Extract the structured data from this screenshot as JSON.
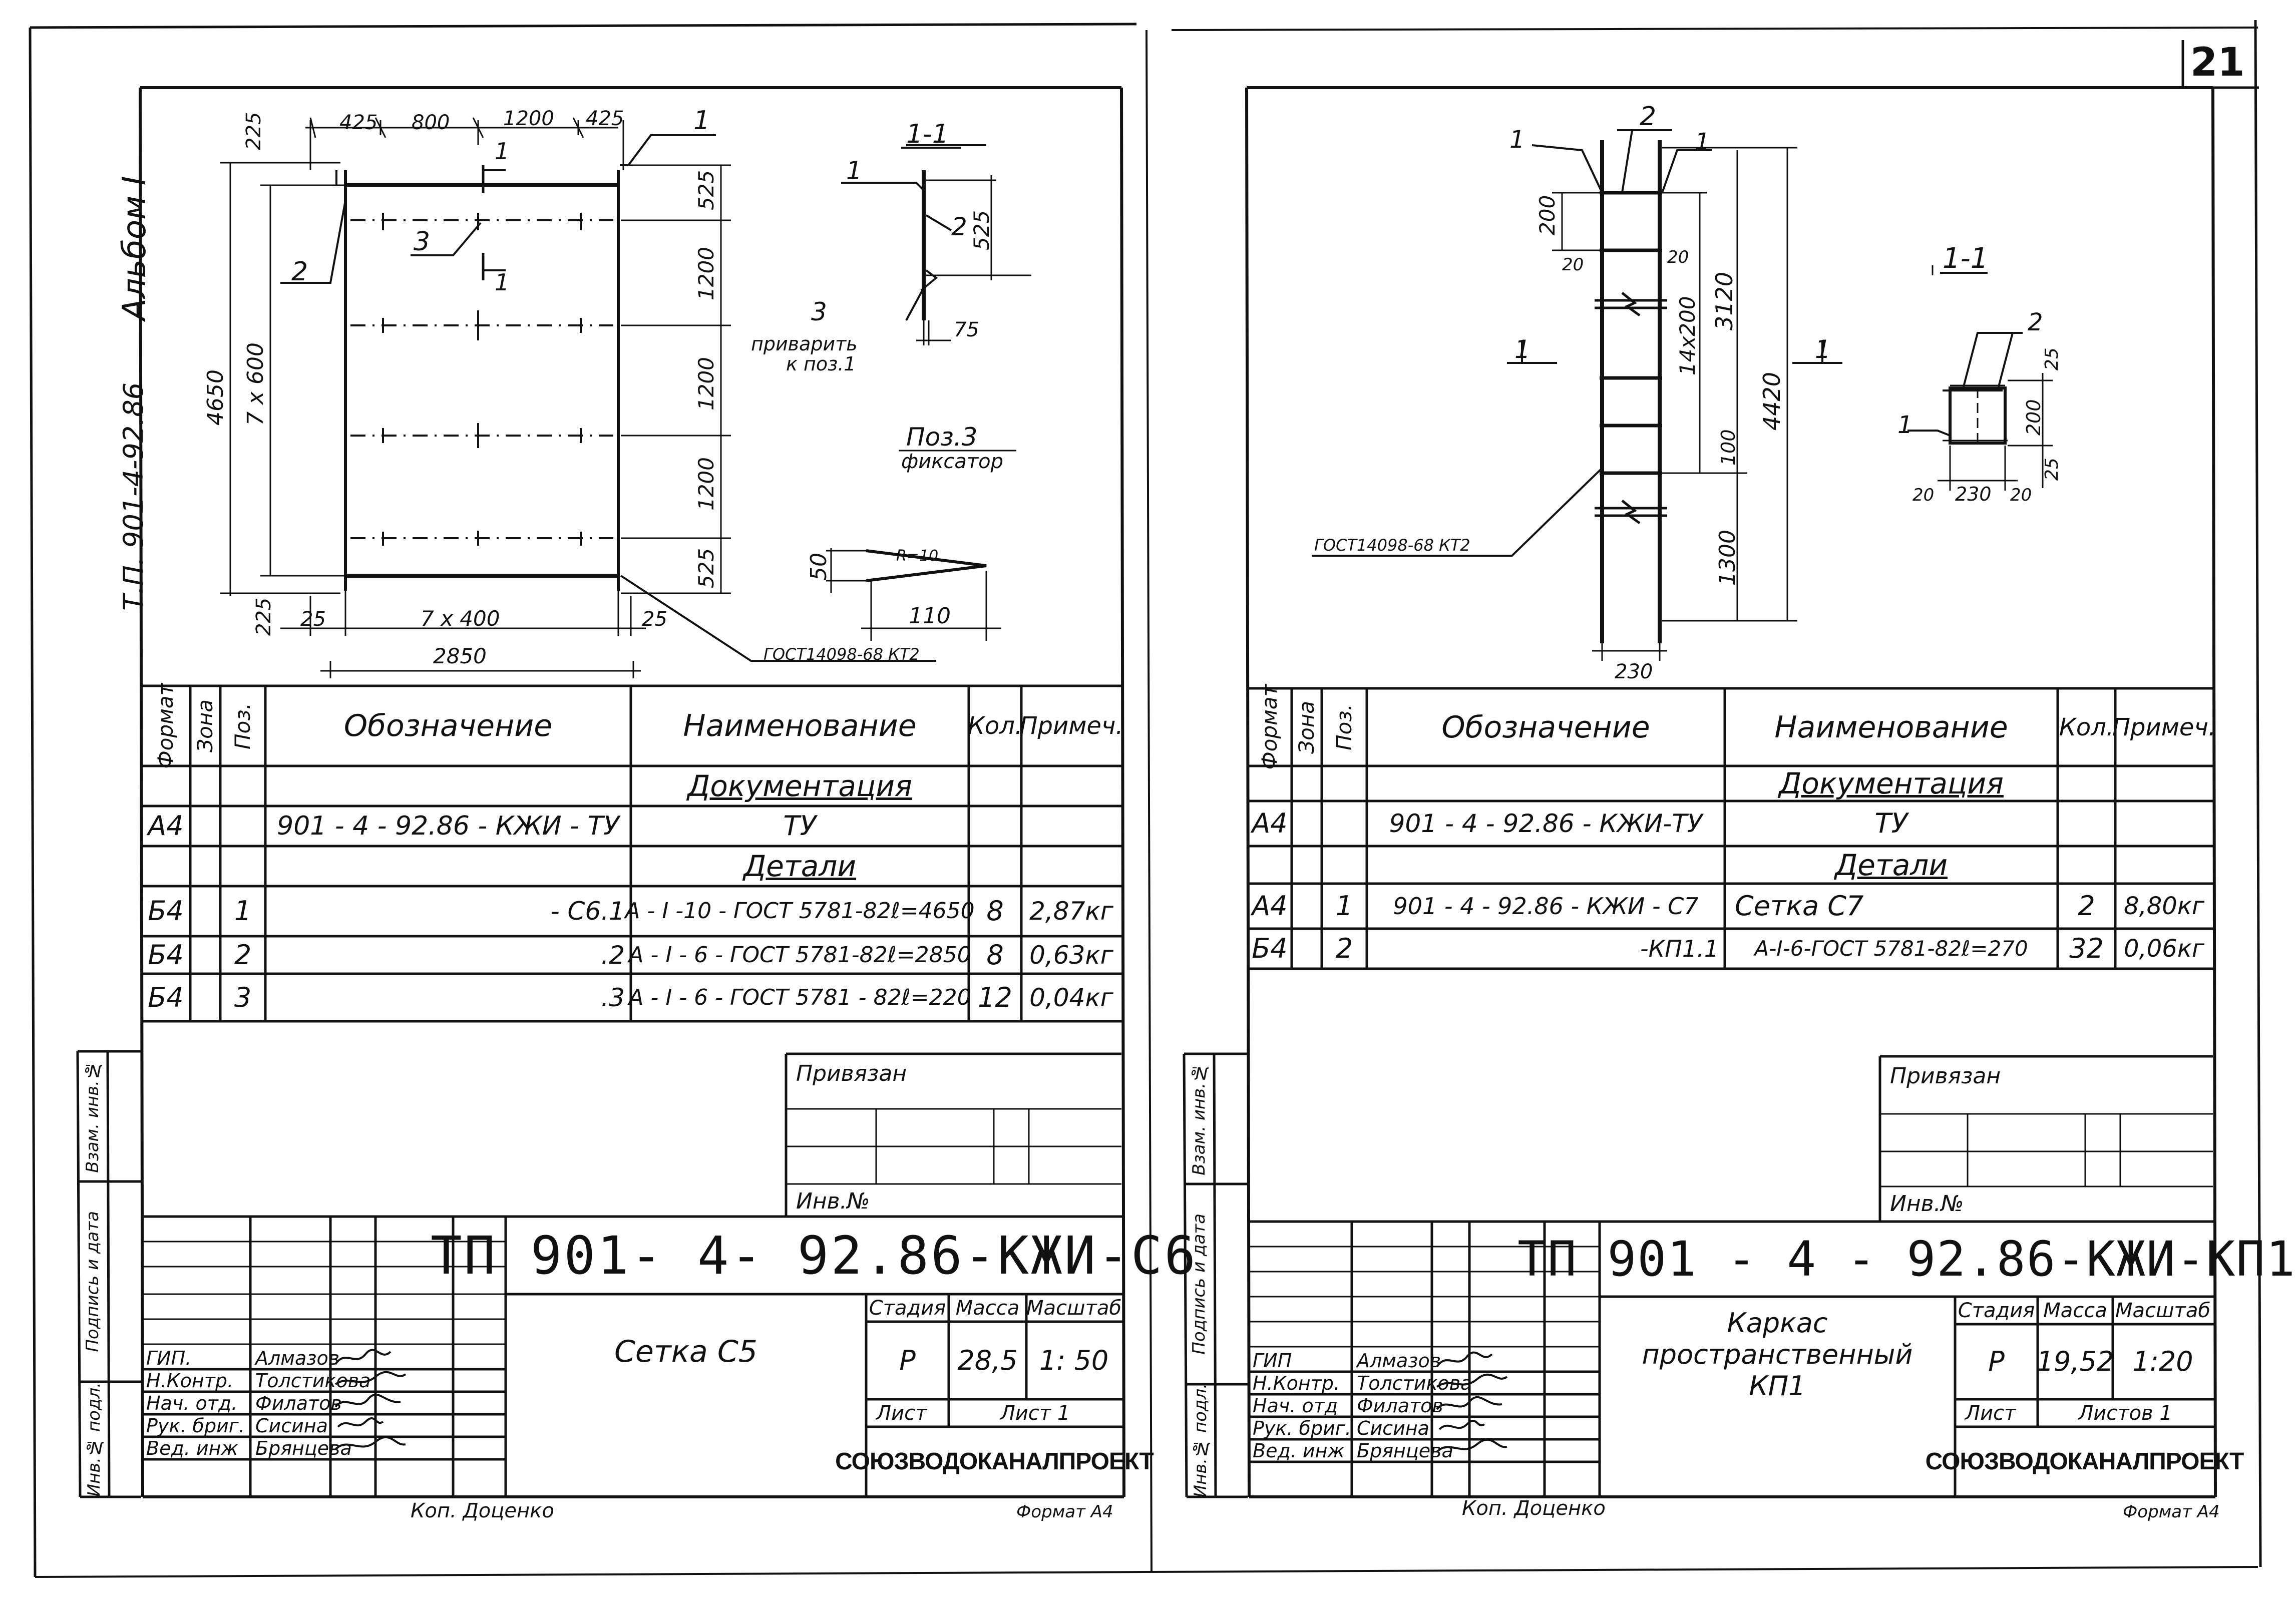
{
  "page_number": "21",
  "sheet1": {
    "album": "Альбом I",
    "album_code": "Т.П. 901-4-92.86",
    "section_label": "1-1",
    "pos3_title": "Поз.3",
    "pos3_sub": "фиксатор",
    "weld_note_line1": "приварить",
    "weld_note_line2": "к поз.1",
    "gost_note": "ГОСТ14098-68 КТ2",
    "dims": {
      "top_425a": "425",
      "top_800": "800",
      "top_1200": "1200",
      "top_425b": "425",
      "d225_top": "225",
      "d4650": "4650",
      "d7x600": "7 x 600",
      "d525a": "525",
      "d1200a": "1200",
      "d1200b": "1200",
      "d1200c": "1200",
      "d525b": "525",
      "d225_bot": "225",
      "d25a": "25",
      "d7x400": "7 x 400",
      "d25b": "25",
      "d2850": "2850",
      "sec_525": "525",
      "sec_75": "75",
      "fix_50": "50",
      "fix_r10": "R=10",
      "fix_110": "110"
    },
    "callouts": {
      "p1": "1",
      "p2": "2",
      "p3": "3",
      "sec_1": "1",
      "sec_2": "2",
      "sec_3": "3",
      "cut_top": "1",
      "cut_bot": "1"
    },
    "spec_headers": {
      "format": "Формат",
      "zone": "Зона",
      "pos": "Поз.",
      "designation": "Обозначение",
      "name": "Наименование",
      "qty": "Кол.",
      "note": "Примеч."
    },
    "spec_sections": {
      "docs": "Документация",
      "parts": "Детали"
    },
    "spec_rows": [
      {
        "format": "А4",
        "pos": "",
        "designation": "901 - 4 - 92.86 - КЖИ - ТУ",
        "name": "ТУ",
        "qty": "",
        "note": ""
      },
      {
        "format": "Б4",
        "pos": "1",
        "designation": "- С6.1",
        "name": "А - I -10 - ГОСТ 5781-82ℓ=4650",
        "qty": "8",
        "note": "2,87кг"
      },
      {
        "format": "Б4",
        "pos": "2",
        "designation": ".2",
        "name": "А - I - 6 - ГОСТ 5781-82ℓ=2850",
        "qty": "8",
        "note": "0,63кг"
      },
      {
        "format": "Б4",
        "pos": "3",
        "designation": ".3",
        "name": "А - I - 6 - ГОСТ 5781 - 82ℓ=220",
        "qty": "12",
        "note": "0,04кг"
      }
    ],
    "bound_label": "Привязан",
    "inv_label": "Инв.№",
    "side_labels": {
      "vzam": "Взам. инв.№",
      "podpis": "Подпись и дата",
      "inv": "Инв.№ подл."
    },
    "doc_code": "ТП 901- 4- 92.86-КЖИ-С6",
    "title": "Сетка С5",
    "stage_h": "Стадия",
    "mass_h": "Масса",
    "scale_h": "Масштаб",
    "stage": "Р",
    "mass": "28,5",
    "scale": "1: 50",
    "sheet_h": "Лист",
    "sheets_h": "Лист 1",
    "org": "СОЮЗВОДОКАНАЛПРОЕКТ",
    "staff": [
      {
        "role": "ГИП.",
        "name": "Алмазов"
      },
      {
        "role": "Н.Контр.",
        "name": "Толстикова"
      },
      {
        "role": "Нач. отд.",
        "name": "Филатов"
      },
      {
        "role": "Рук. бриг.",
        "name": "Сисина"
      },
      {
        "role": "Вед. инж",
        "name": "Брянцева"
      }
    ],
    "copied": "Коп. Доценко",
    "format_note": "Формат А4"
  },
  "sheet2": {
    "section_label": "1-1",
    "gost_note": "ГОСТ14098-68 КТ2",
    "dims": {
      "d200": "200",
      "d20a": "20",
      "d20b": "20",
      "d14x200": "14x200",
      "d3120": "3120",
      "d4420": "4420",
      "d100": "100",
      "d1300": "1300",
      "d230": "230",
      "s25a": "25",
      "s200": "200",
      "s25b": "25",
      "s20a": "20",
      "s230": "230",
      "s20b": "20"
    },
    "callouts": {
      "p1": "1",
      "p2": "2",
      "p1b": "1",
      "sec_2": "2",
      "sec_1": "1",
      "cut_l": "1",
      "cut_r": "1"
    },
    "spec_headers": {
      "format": "Формат",
      "zone": "Зона",
      "pos": "Поз.",
      "designation": "Обозначение",
      "name": "Наименование",
      "qty": "Кол.",
      "note": "Примеч."
    },
    "spec_sections": {
      "docs": "Документация",
      "parts": "Детали"
    },
    "spec_rows": [
      {
        "format": "А4",
        "pos": "",
        "designation": "901 - 4 - 92.86 - КЖИ-ТУ",
        "name": "ТУ",
        "qty": "",
        "note": ""
      },
      {
        "format": "А4",
        "pos": "1",
        "designation": "901 - 4 - 92.86 - КЖИ - С7",
        "name": "Сетка С7",
        "qty": "2",
        "note": "8,80кг"
      },
      {
        "format": "Б4",
        "pos": "2",
        "designation": "-КП1.1",
        "name": "А-I-6-ГОСТ 5781-82ℓ=270",
        "qty": "32",
        "note": "0,06кг"
      }
    ],
    "bound_label": "Привязан",
    "inv_label": "Инв.№",
    "side_labels": {
      "vzam": "Взам. инв.№",
      "podpis": "Подпись и дата",
      "inv": "Инв.№ подл."
    },
    "doc_code": "ТП 901 - 4 - 92.86-КЖИ-КП1",
    "title_line1": "Каркас",
    "title_line2": "пространственный",
    "title_line3": "КП1",
    "stage_h": "Стадия",
    "mass_h": "Масса",
    "scale_h": "Масштаб",
    "stage": "Р",
    "mass": "19,52",
    "scale": "1:20",
    "sheet_h": "Лист",
    "sheets_h": "Листов 1",
    "org": "СОЮЗВОДОКАНАЛПРОЕКТ",
    "staff": [
      {
        "role": "ГИП",
        "name": "Алмазов"
      },
      {
        "role": "Н.Контр.",
        "name": "Толстикова"
      },
      {
        "role": "Нач. отд",
        "name": "Филатов"
      },
      {
        "role": "Рук. бриг.",
        "name": "Сисина"
      },
      {
        "role": "Вед. инж",
        "name": "Брянцева"
      }
    ],
    "copied": "Коп. Доценко",
    "format_note": "Формат А4"
  }
}
